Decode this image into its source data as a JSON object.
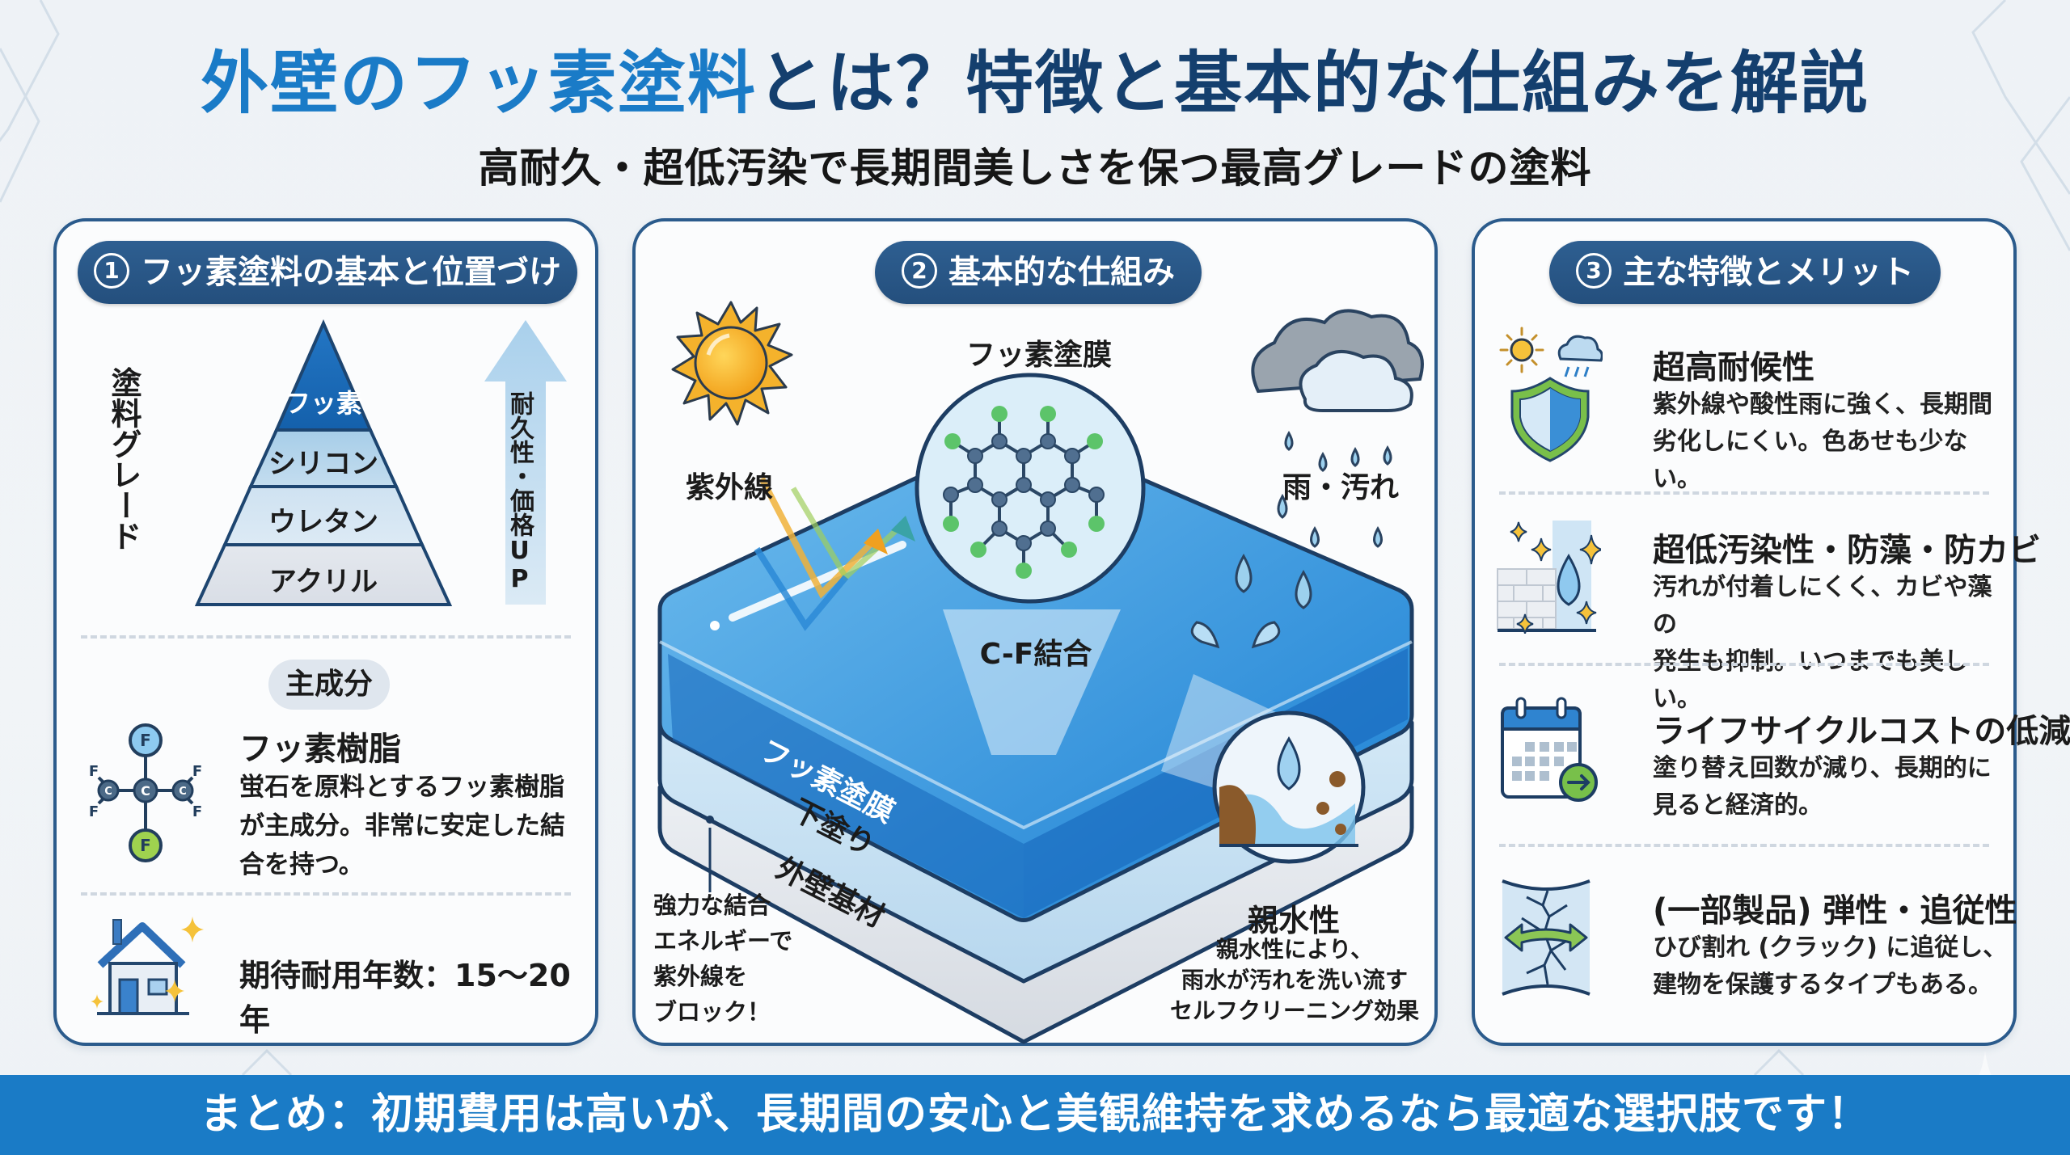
{
  "header": {
    "title_part1": "外壁のフッ素塗料",
    "title_part2": "とは？特徴と基本的な仕組みを解説",
    "subtitle": "高耐久・超低汚染で長期間美しさを保つ最高グレードの塗料"
  },
  "colors": {
    "accent_blue": "#1a7bc7",
    "navy": "#143f6e",
    "pill_bg": "#2b5b8c",
    "footer_bg": "#1a7bc6",
    "green": "#7dc142",
    "yellow": "#f5c23a"
  },
  "panel1": {
    "heading_num": "1",
    "heading": "フッ素塗料の基本と位置づけ",
    "pyramid_axis_label": "塗料グレード",
    "pyramid_levels": [
      "フッ素",
      "シリコン",
      "ウレタン",
      "アクリル"
    ],
    "arrow_label": "耐久性・価格UP",
    "component_badge": "主成分",
    "component_title": "フッ素樹脂",
    "component_desc_lines": [
      "蛍石を原料とするフッ素樹脂",
      "が主成分。非常に安定した結",
      "合を持つ。"
    ],
    "molecule_atoms": {
      "center": "C",
      "side": "C",
      "top": "F",
      "bottom": "F",
      "corner": "F"
    },
    "lifespan": "期待耐用年数：15〜20年"
  },
  "panel2": {
    "heading_num": "2",
    "heading": "基本的な仕組み",
    "film_label": "フッ素塗膜",
    "uv_label": "紫外線",
    "rain_label": "雨・汚れ",
    "bond_label": "C-F結合",
    "atom_label": "F",
    "layers": [
      "フッ素塗膜",
      "下塗り",
      "外壁基材"
    ],
    "uv_note_lines": [
      "強力な結合",
      "エネルギーで",
      "紫外線を",
      "ブロック！"
    ],
    "hydrophilic_title": "親水性",
    "hydrophilic_desc_lines": [
      "親水性により、",
      "雨水が汚れを洗い流す",
      "セルフクリーニング効果"
    ]
  },
  "panel3": {
    "heading_num": "3",
    "heading": "主な特徴とメリット",
    "features": [
      {
        "icon": "shield-weather-icon",
        "title": "超高耐候性",
        "desc_lines": [
          "紫外線や酸性雨に強く、長期間",
          "劣化しにくい。色あせも少ない。"
        ]
      },
      {
        "icon": "clean-wall-icon",
        "title": "超低汚染性・防藻・防カビ",
        "desc_lines": [
          "汚れが付着しにくく、カビや藻の",
          "発生も抑制。いつまでも美しい。"
        ]
      },
      {
        "icon": "calendar-arrow-icon",
        "title": "ライフサイクルコストの低減",
        "desc_lines": [
          "塗り替え回数が減り、長期的に",
          "見ると経済的。"
        ]
      },
      {
        "icon": "crack-stretch-icon",
        "title": "(一部製品) 弾性・追従性",
        "desc_lines": [
          "ひび割れ (クラック) に追従し、",
          "建物を保護するタイプもある。"
        ]
      }
    ]
  },
  "footer": {
    "summary": "まとめ：初期費用は高いが、長期間の安心と美観維持を求めるなら最適な選択肢です！"
  }
}
